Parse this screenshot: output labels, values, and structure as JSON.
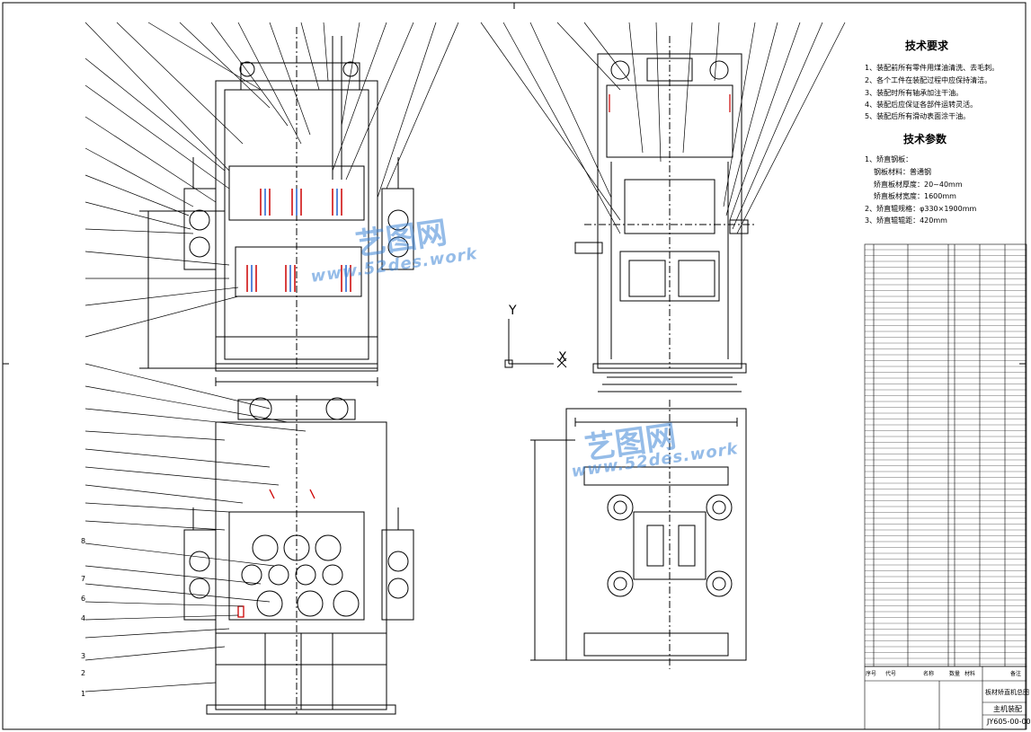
{
  "tech_requirements": {
    "title": "技术要求",
    "items": [
      "1、装配前所有零件用煤油清洗、去毛刺。",
      "2、各个工件在装配过程中应保持清洁。",
      "3、装配时所有轴承加注干油。",
      "4、装配后应保证各部件运转灵活。",
      "5、装配后所有滑动表面涂干油。"
    ]
  },
  "tech_params": {
    "title": "技术参数",
    "items": [
      "1、矫直钢板：",
      "钢板材料：普通钢",
      "矫直板材厚度：20~40mm",
      "矫直板材宽度：1600mm",
      "2、矫直辊规格：φ330×1900mm",
      "3、矫直辊辊距：420mm"
    ]
  },
  "title_block": {
    "drawing_title": "板材矫直机总图",
    "sheet_name": "主机装配",
    "drawing_no": "JY605-00-00"
  },
  "bom_header": [
    "序号",
    "代号",
    "名称",
    "数量",
    "材料",
    "备注"
  ],
  "axis": {
    "x": "X",
    "y": "Y"
  },
  "balloons_bottom_left": [
    "8",
    "7",
    "6",
    "4",
    "3",
    "2",
    "1"
  ],
  "watermark": {
    "brand": "艺图网",
    "url": "www.52des.work"
  }
}
